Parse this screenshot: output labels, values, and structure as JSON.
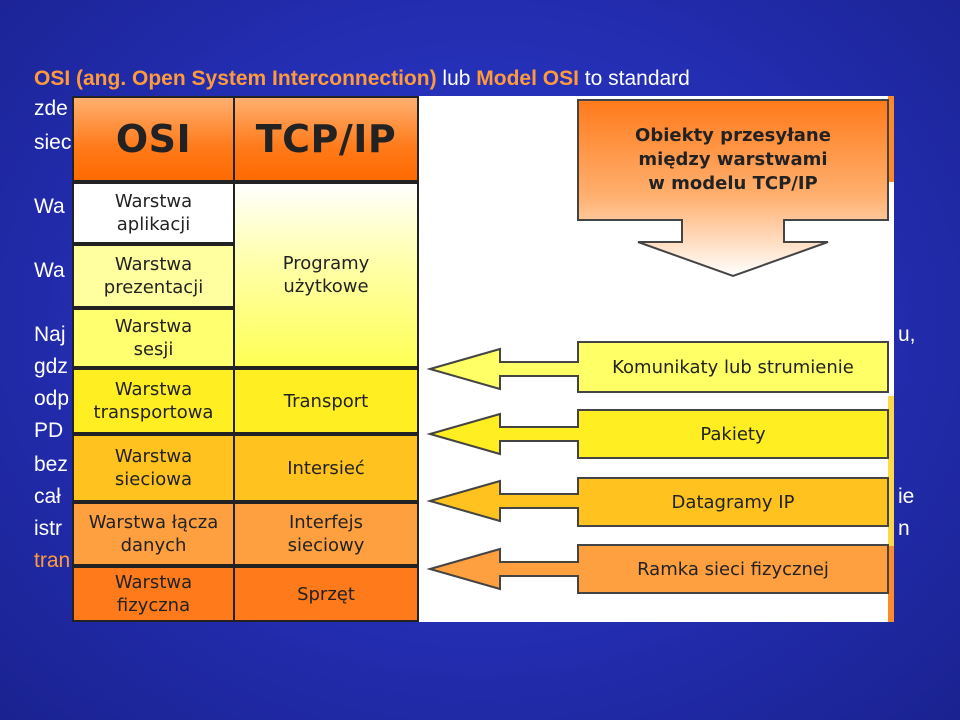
{
  "slide": {
    "line1_a": "OSI (ang. Open System Interconnection)",
    "line1_b": " lub ",
    "line1_c": "Model OSI",
    "line1_d": " to standard",
    "line2": "zde",
    "line3": "siec",
    "line4": "Wa",
    "line5": "Wa",
    "line6": "Naj",
    "line6_right": "u,",
    "line7": "gdz",
    "line8": "odp",
    "line9": "PD",
    "line10": "bez",
    "line11": "cał",
    "line11_right": "ie",
    "line12": "istr",
    "line12_right": "n",
    "line13": "tran"
  },
  "diagram": {
    "osi_header": "OSI",
    "tcpip_header": "TCP/IP",
    "osi_layers": [
      "Warstwa\naplikacji",
      "Warstwa\nprezentacji",
      "Warstwa\nsesji",
      "Warstwa\ntransportowa",
      "Warstwa\nsieciowa",
      "Warstwa łącza\ndanych",
      "Warstwa\nfizyczna"
    ],
    "tcpip_layers": [
      "Programy\nużytkowe",
      "Transport",
      "Intersieć",
      "Interfejs\nsieciowy",
      "Sprzęt"
    ],
    "objects_title": "Obiekty przesyłane\nmiędzy warstwami\nw modelu TCP/IP",
    "objects": [
      "Komunikaty lub strumienie",
      "Pakiety",
      "Datagramy IP",
      "Ramka sieci fizycznej"
    ],
    "colors": {
      "header": "#ff7a1a",
      "app": "#ffff66",
      "transport": "#ffee22",
      "network": "#ffc21e",
      "link": "#ffa040",
      "physical": "#ff7a1a"
    }
  }
}
